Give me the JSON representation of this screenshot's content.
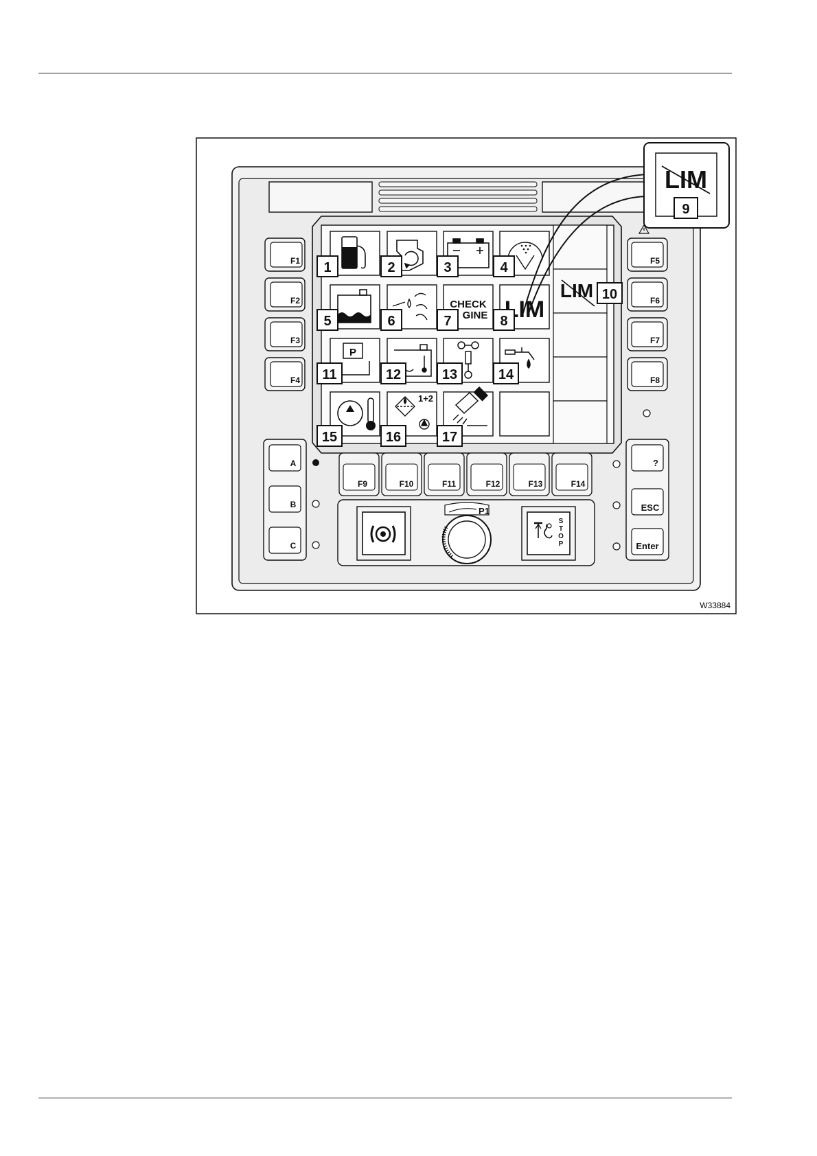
{
  "figure": {
    "id_code": "W33884",
    "function_keys": {
      "left": [
        "F1",
        "F2",
        "F3",
        "F4"
      ],
      "right": [
        "F5",
        "F6",
        "F7",
        "F8"
      ],
      "bottom": [
        "F9",
        "F10",
        "F11",
        "F12",
        "F13",
        "F14"
      ]
    },
    "side_keys_left": [
      "A",
      "B",
      "C"
    ],
    "side_keys_right": [
      "?",
      "ESC",
      "Enter"
    ],
    "knob_label": "P1",
    "stop_letters": [
      "S",
      "T",
      "O",
      "P"
    ],
    "check_engine": {
      "line1": "CHECK",
      "line2": "GINE"
    },
    "lim_text": "LIM",
    "callouts": [
      "1",
      "2",
      "3",
      "4",
      "5",
      "6",
      "7",
      "8",
      "9",
      "10",
      "11",
      "12",
      "13",
      "14",
      "15",
      "16",
      "17"
    ]
  }
}
